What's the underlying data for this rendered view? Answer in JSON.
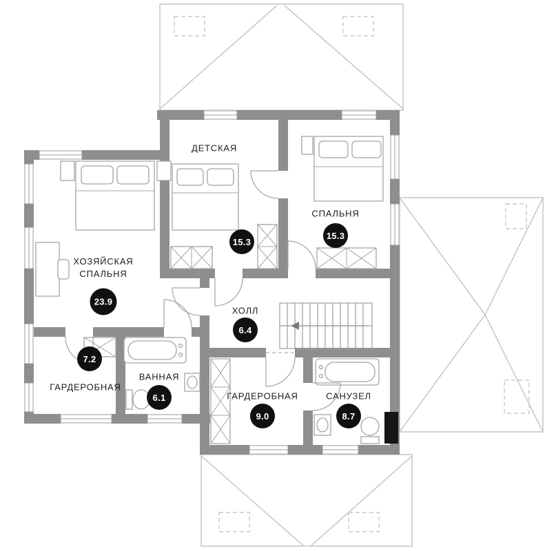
{
  "plan": {
    "rooms": [
      {
        "id": "detskaya",
        "label": "ДЕТСКАЯ",
        "area": "15.3"
      },
      {
        "id": "spalnya",
        "label": "СПАЛЬНЯ",
        "area": "15.3"
      },
      {
        "id": "master",
        "label": "ХОЗЯЙСКАЯ СПАЛЬНЯ",
        "area": "23.9"
      },
      {
        "id": "holl",
        "label": "ХОЛЛ",
        "area": "6.4"
      },
      {
        "id": "gard7",
        "label": "ГАРДЕРОБНАЯ",
        "area": "7.2"
      },
      {
        "id": "vannaya",
        "label": "ВАННАЯ",
        "area": "6.1"
      },
      {
        "id": "gard9",
        "label": "ГАРДЕРОБНАЯ",
        "area": "9.0"
      },
      {
        "id": "sanuzel",
        "label": "САНУЗЕЛ",
        "area": "8.7"
      }
    ],
    "colors": {
      "wall": "#8e8e8e",
      "line": "#bdbdbd",
      "badge": "#101010",
      "badge_text": "#ffffff",
      "text": "#1c1c1c"
    }
  }
}
